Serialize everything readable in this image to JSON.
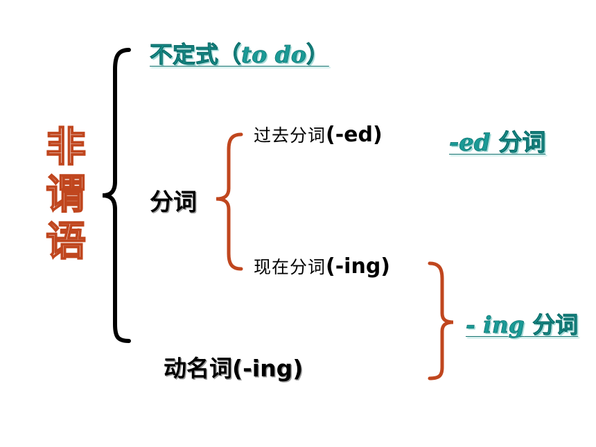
{
  "root": {
    "label": "非谓语"
  },
  "infinitive": {
    "label_cn": "不定式",
    "label_open": "（",
    "label_en": "to do",
    "label_close": "）"
  },
  "participle": {
    "label": "分词",
    "past": {
      "label_cn": "过去分词",
      "label_en": "(-ed)"
    },
    "present": {
      "label_cn": "现在分词",
      "label_en": "(-ing)"
    }
  },
  "gerund": {
    "label_cn": "动名词",
    "label_en": "(-ing)"
  },
  "ed_form": {
    "prefix": "-ed",
    "suffix": " 分词"
  },
  "ing_form": {
    "prefix": "- ing",
    "suffix": " 分词"
  },
  "colors": {
    "orange": "#c0461e",
    "teal": "#1a9a96",
    "black": "#000000"
  }
}
